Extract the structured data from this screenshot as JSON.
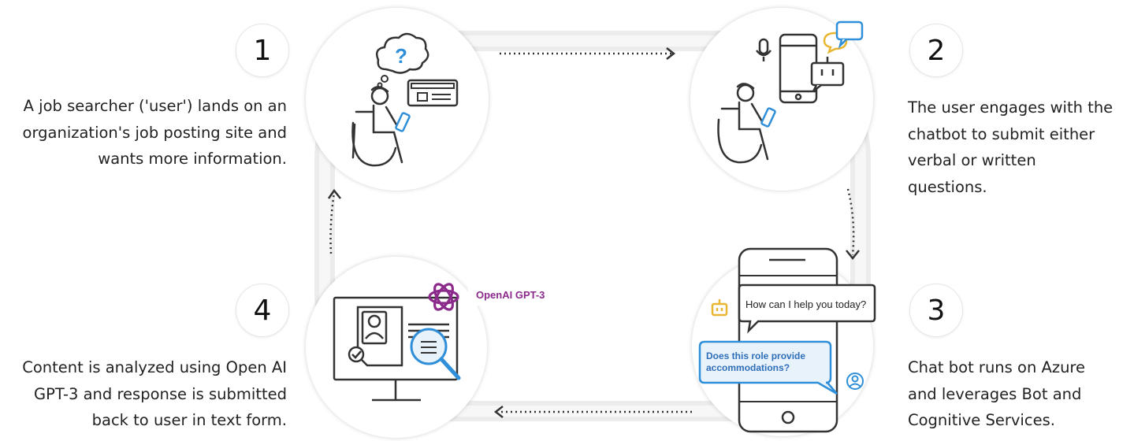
{
  "steps": [
    {
      "number": "1",
      "lines": [
        "A job searcher ('user') lands on an",
        "organization's job posting site and",
        "wants more information."
      ]
    },
    {
      "number": "2",
      "lines": [
        "The user engages with the",
        "chatbot to submit either",
        "verbal or written",
        "questions."
      ]
    },
    {
      "number": "3",
      "lines": [
        "Chat bot runs on Azure",
        "and leverages Bot and",
        "Cognitive Services."
      ]
    },
    {
      "number": "4",
      "lines": [
        "Content is analyzed using Open AI",
        "GPT-3 and response is submitted",
        "back to user in text form."
      ]
    }
  ],
  "chat": {
    "bot_message": "How can I help you today?",
    "user_message_line1": "Does this role provide",
    "user_message_line2": "accommodations?"
  },
  "openai_label": "OpenAI GPT-3",
  "colors": {
    "accent_blue": "#2f8fd8",
    "accent_gold": "#e8b631",
    "purple": "#8b2a8b",
    "ink": "#333333"
  }
}
